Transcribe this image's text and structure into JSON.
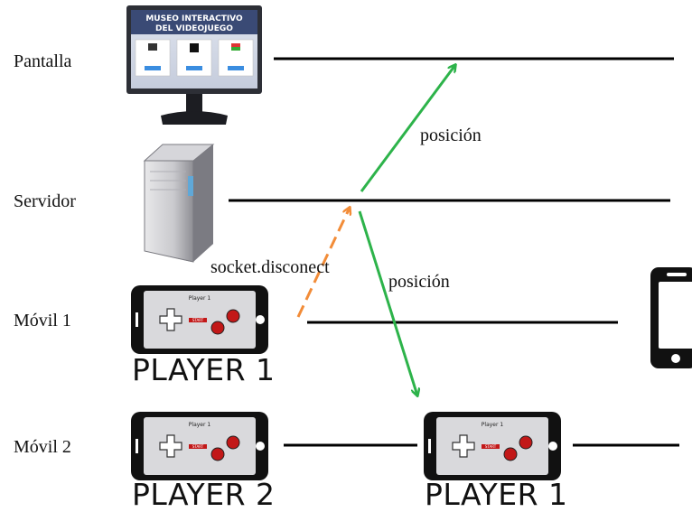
{
  "rows": {
    "pantalla": "Pantalla",
    "servidor": "Servidor",
    "movil1": "Móvil 1",
    "movil2": "Móvil 2"
  },
  "monitor": {
    "screen_title_line1": "MUSEO INTERACTIVO",
    "screen_title_line2": "DEL VIDEOJUEGO"
  },
  "controllers": {
    "top_label": "Player 1",
    "start_label": "START"
  },
  "captions": {
    "player1_movil1": "PLAYER 1",
    "player2_movil2": "PLAYER 2",
    "player1_movil2": "PLAYER 1"
  },
  "messages": {
    "disconnect": "socket.disconect",
    "posicion_up": "posición",
    "posicion_down": "posición"
  },
  "colors": {
    "green_arrow": "#2db34a",
    "orange_arrow": "#f28c38",
    "timeline": "#000000"
  }
}
